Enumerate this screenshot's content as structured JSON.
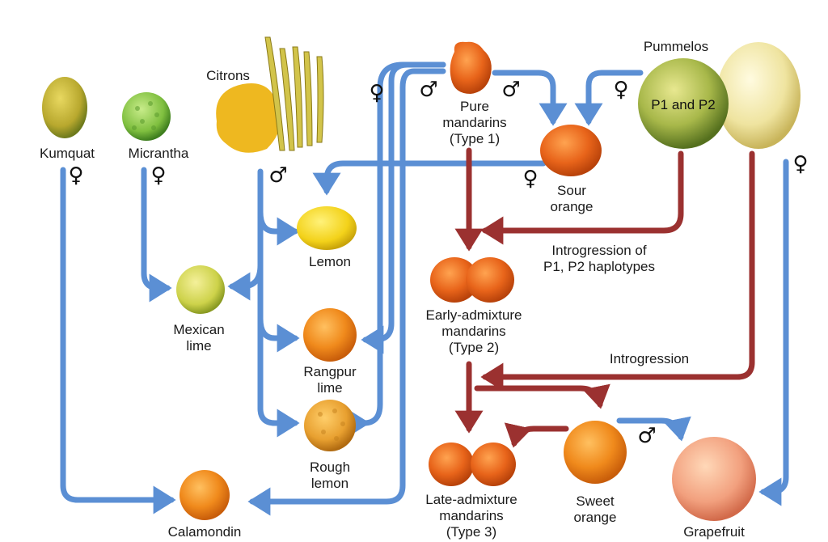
{
  "colors": {
    "maternal_arrow": "#5b8fd4",
    "introgression_arrow": "#9b3130",
    "orange": "#f08a1c",
    "pummelo_green": "#a8b84a",
    "pummelo_yellow": "#efe4a0",
    "lemon": "#f3d21a",
    "lime": "#cdd24a",
    "kumquat": "#c2b034",
    "micrantha": "#7fbf3f",
    "grapefruit": "#f2a07e"
  },
  "symbols": {
    "female": "♀",
    "male": "♂"
  },
  "labels": {
    "kumquat": "Kumquat",
    "micrantha": "Micrantha",
    "citrons": "Citrons",
    "pure_mandarins": [
      "Pure",
      "mandarins",
      "(Type 1)"
    ],
    "pummelos": "Pummelos",
    "pummelo_inner": "P1 and P2",
    "sour_orange": [
      "Sour",
      "orange"
    ],
    "lemon": "Lemon",
    "mexican_lime": [
      "Mexican",
      "lime"
    ],
    "rangpur_lime": [
      "Rangpur",
      "lime"
    ],
    "rough_lemon": [
      "Rough",
      "lemon"
    ],
    "calamondin": "Calamondin",
    "introgression_p": [
      "Introgression of",
      "P1, P2 haplotypes"
    ],
    "early_admixture": [
      "Early-admixture",
      "mandarins",
      "(Type 2)"
    ],
    "introgression": "Introgression",
    "late_admixture": [
      "Late-admixture",
      "mandarins",
      "(Type 3)"
    ],
    "sweet_orange": [
      "Sweet",
      "orange"
    ],
    "grapefruit": "Grapefruit"
  }
}
